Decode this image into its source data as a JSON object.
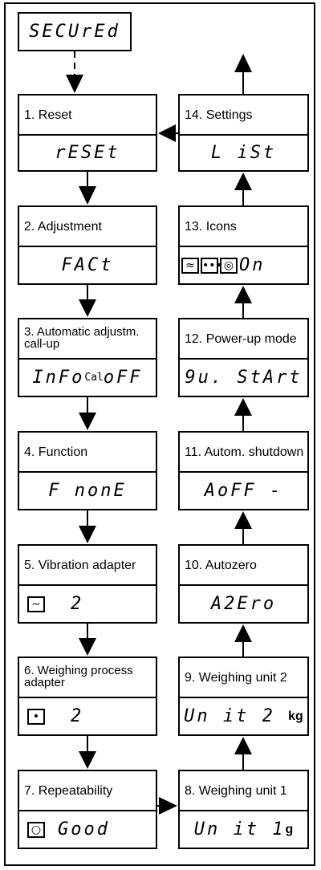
{
  "top_display": "SECUrEd",
  "left_steps": [
    {
      "label": "1. Reset",
      "display": "rESEt"
    },
    {
      "label": "2. Adjustment",
      "display": "FACt"
    },
    {
      "label": "3. Automatic adjustm. call-up",
      "display": "InFo",
      "display_sup": "Cal",
      "display_after": "oFF"
    },
    {
      "label": "4. Function",
      "display": "F nonE"
    },
    {
      "label": "5. Vibration adapter",
      "icon": "vibration-wave-icon",
      "display": "2"
    },
    {
      "label": "6. Weighing process adapter",
      "icon": "droplet-icon",
      "display": "2"
    },
    {
      "label": "7. Repeatability",
      "icon": "repeatability-icon",
      "display": "Good"
    }
  ],
  "right_steps": [
    {
      "label": "14. Settings",
      "display": "L iSt"
    },
    {
      "label": "13. Icons",
      "icons": [
        "vibration-icon",
        "process-icon",
        "repeatability-icon"
      ],
      "display": "On"
    },
    {
      "label": "12. Power-up mode",
      "display": "9u. StArt"
    },
    {
      "label": "11. Autom. shutdown",
      "display": "AoFF -"
    },
    {
      "label": "10. Autozero",
      "display": "A2Ero"
    },
    {
      "label": "9. Weighing unit 2",
      "display": "Un it 2",
      "unit": "kg"
    },
    {
      "label": "8. Weighing unit 1",
      "display": "Un it 1",
      "unit": "g"
    }
  ]
}
